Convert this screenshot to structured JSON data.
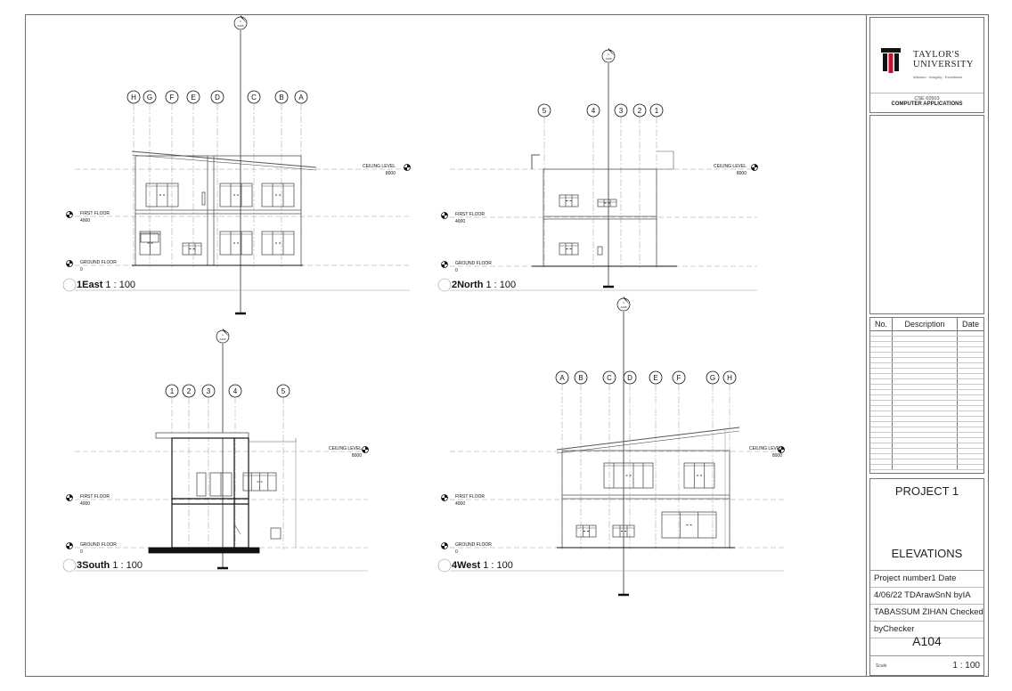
{
  "views": [
    {
      "number": "1",
      "name": "East",
      "scale": "1 : 100",
      "grids": [
        "H",
        "G",
        "F",
        "E",
        "D",
        "C",
        "B",
        "A"
      ],
      "levels": {
        "ceiling": "CEILING LEVEL",
        "ceiling_value": "8000",
        "first": "FIRST   FLOOR",
        "first_value": "4000",
        "ground": "GROUND   FLOOR",
        "ground_value": "0"
      }
    },
    {
      "number": "2",
      "name": "North",
      "scale": "1 : 100",
      "grids": [
        "5",
        "4",
        "3",
        "2",
        "1"
      ],
      "levels": {
        "ceiling": "CEILING LEVEL",
        "ceiling_value": "8000",
        "first": "FIRST   FLOOR",
        "first_value": "4000",
        "ground": "GROUND   FLOOR",
        "ground_value": "0"
      }
    },
    {
      "number": "3",
      "name": "South",
      "scale": "1 : 100",
      "grids": [
        "1",
        "2",
        "3",
        "4",
        "5"
      ],
      "levels": {
        "ceiling": "CEILING LEVEL",
        "ceiling_value": "8000",
        "first": "FIRST   FLOOR",
        "first_value": "4000",
        "ground": "GROUND   FLOOR",
        "ground_value": "0"
      }
    },
    {
      "number": "4",
      "name": "West",
      "scale": "1 : 100",
      "grids": [
        "A",
        "B",
        "C",
        "D",
        "E",
        "F",
        "G",
        "H"
      ],
      "levels": {
        "ceiling": "CEILING LEVEL",
        "ceiling_value": "8000",
        "first": "FIRST   FLOOR",
        "first_value": "4000",
        "ground": "GROUND   FLOOR",
        "ground_value": "0"
      }
    }
  ],
  "section_mark": {
    "number": "1",
    "sheet": "A105"
  },
  "title_block": {
    "university_line1": "TAYLOR'S",
    "university_line2": "UNIVERSITY",
    "motto": "Wisdom · Integrity · Excellence",
    "course_code": "CSE 60503",
    "course_name": "COMPUTER APPLICATIONS",
    "revision_headers": {
      "no": "No.",
      "description": "Description",
      "date": "Date"
    },
    "project_title": "PROJECT 1",
    "sheet_title": "ELEVATIONS",
    "info_lines": [
      "Project      number1     Date",
      "4/06/22  TDArawSnN   byIA",
      "TABASSUM ZIHAN Checked",
      "byChecker"
    ],
    "sheet_number": "A104",
    "scale_label": "Scale",
    "scale_value": "1 : 100"
  },
  "colors": {
    "line": "#555555",
    "light_line": "#9a9a9a",
    "logo_red": "#c8102e",
    "ink": "#111111"
  }
}
